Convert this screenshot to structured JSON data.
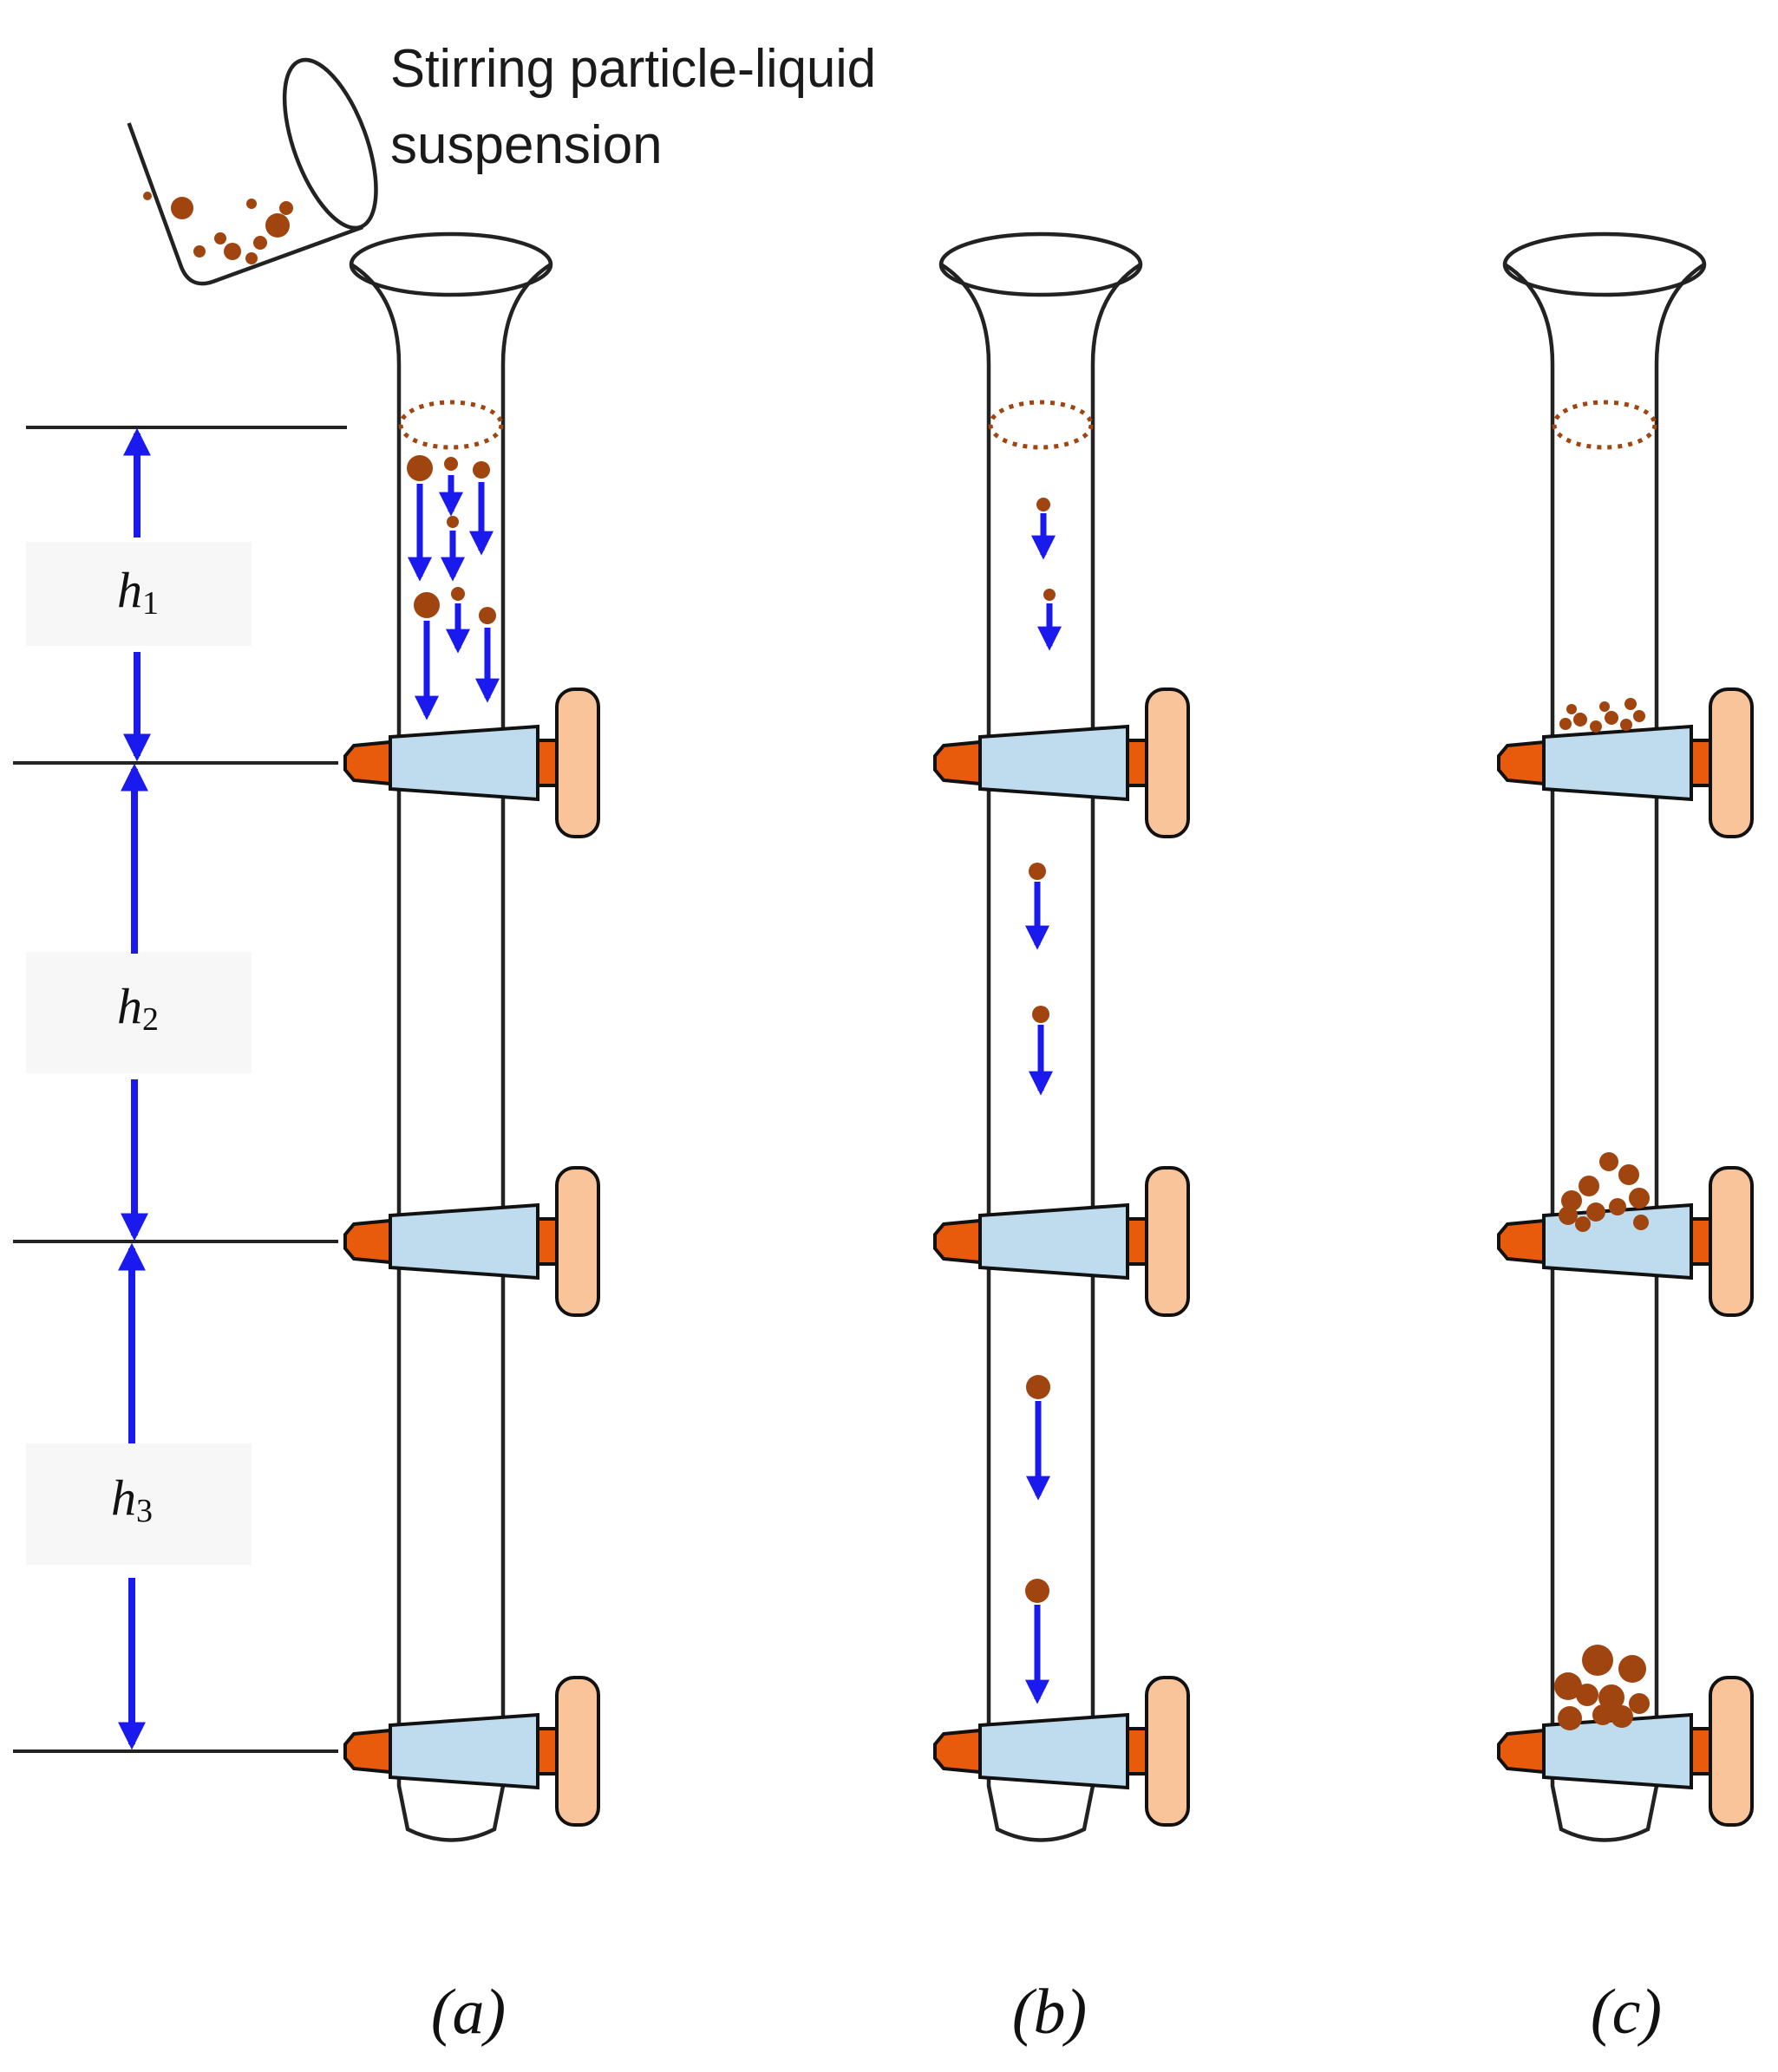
{
  "caption": {
    "line1": "Stirring particle-liquid",
    "line2": "suspension"
  },
  "heights": [
    {
      "symbol": "h",
      "sub": "1"
    },
    {
      "symbol": "h",
      "sub": "2"
    },
    {
      "symbol": "h",
      "sub": "3"
    }
  ],
  "panels": [
    {
      "label": "(a)"
    },
    {
      "label": "(b)"
    },
    {
      "label": "(c)"
    }
  ],
  "colors": {
    "particle": "#a0450f",
    "arrow": "#1a1aee",
    "stopper": "#bfdcef",
    "valve_tip": "#e85a0c",
    "knob": "#f9c49a",
    "line": "#222222"
  }
}
